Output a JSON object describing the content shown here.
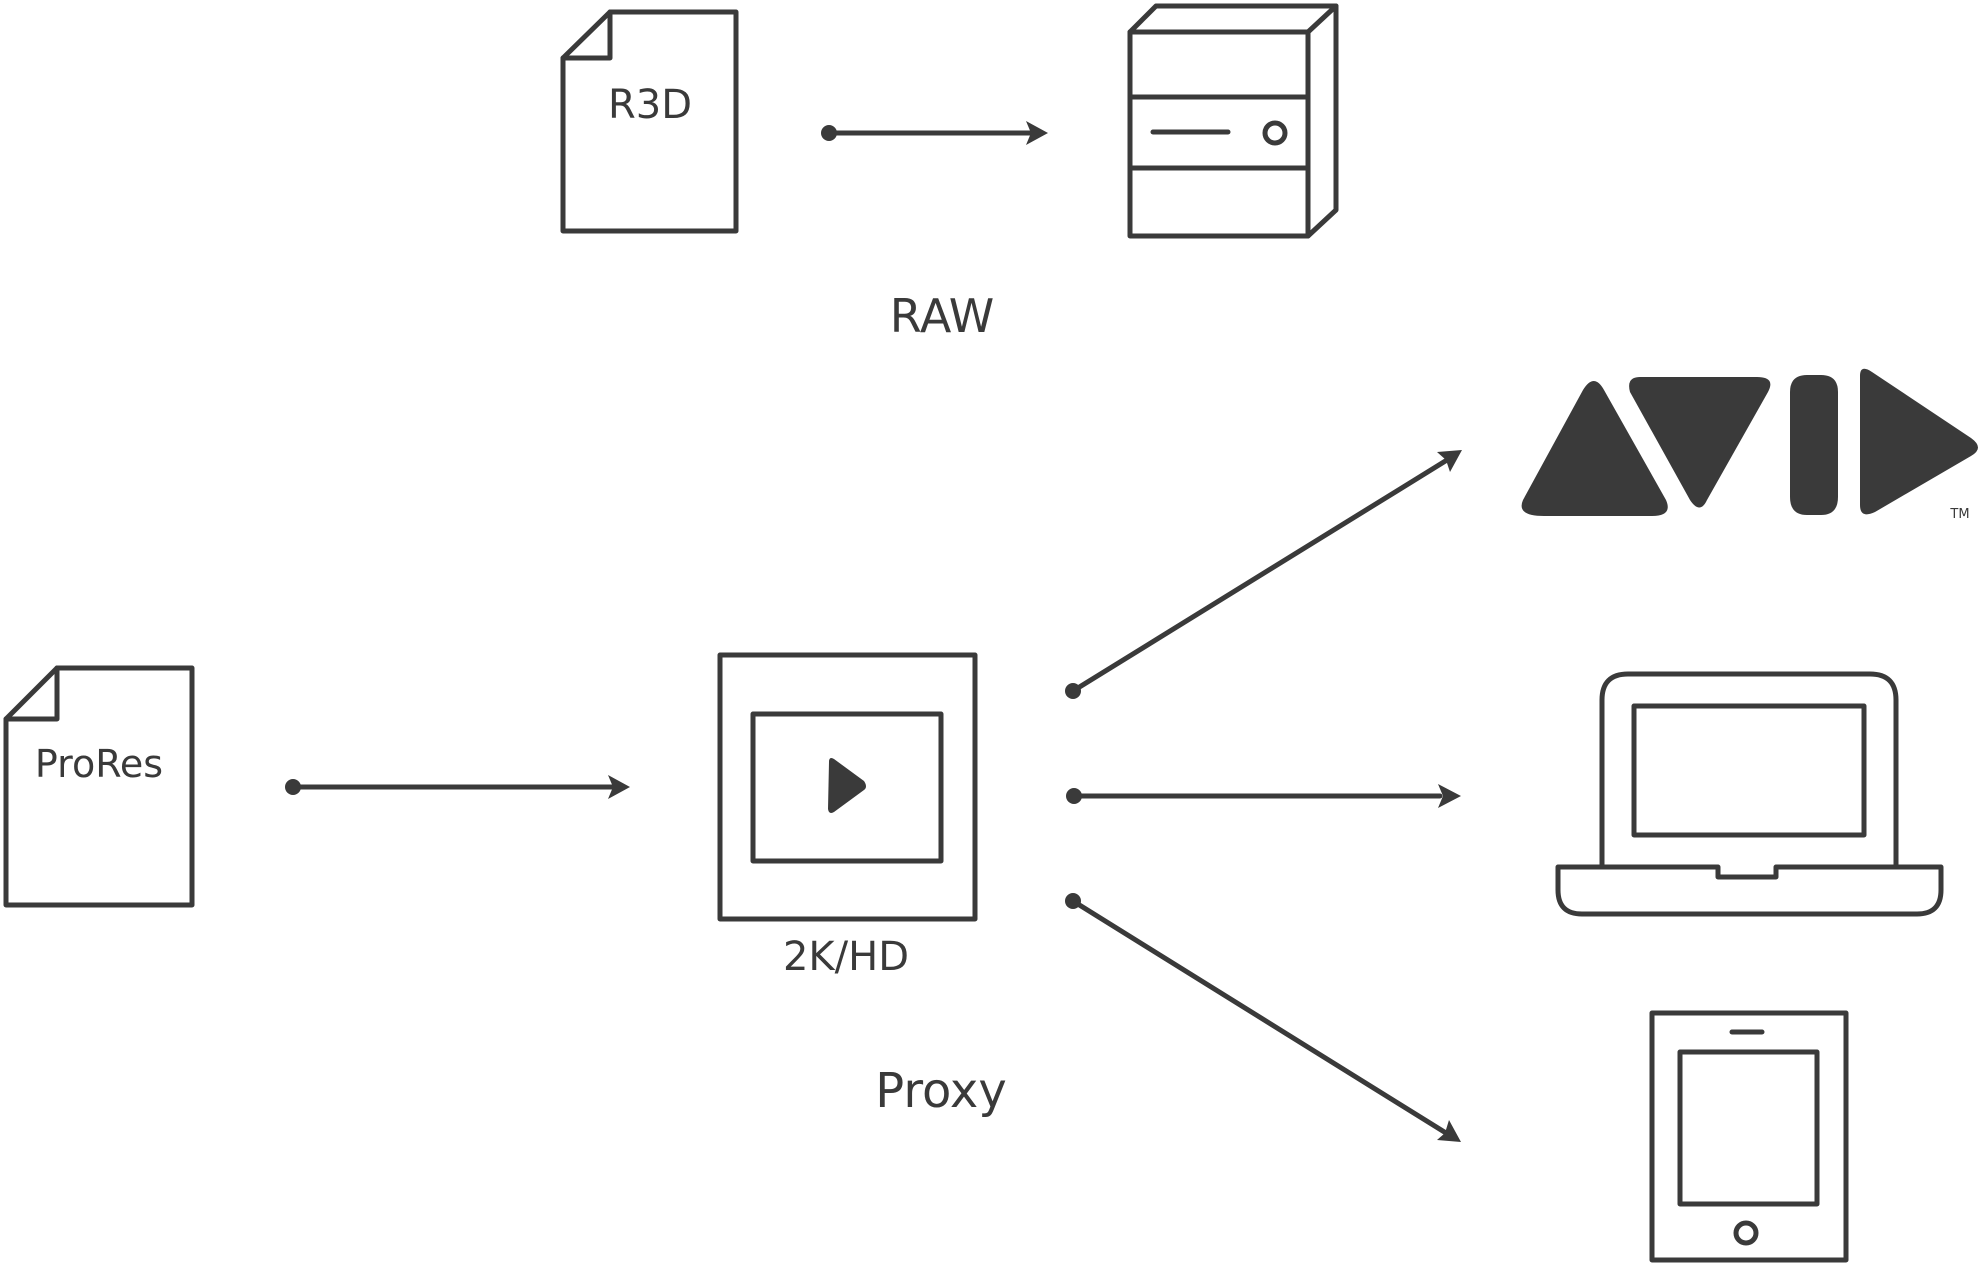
{
  "labels": {
    "r3d": "R3D",
    "raw": "RAW",
    "prores": "ProRes",
    "res": "2K/HD",
    "proxy": "Proxy",
    "tm": "TM"
  },
  "icons": {
    "r3d_file": "document-icon",
    "storage": "storage-server-icon",
    "prores_file": "document-icon",
    "video": "video-player-icon",
    "avid": "avid-logo",
    "laptop": "laptop-icon",
    "tablet": "tablet-icon"
  },
  "colors": {
    "ink": "#3a3a3a",
    "background": "#ffffff"
  }
}
